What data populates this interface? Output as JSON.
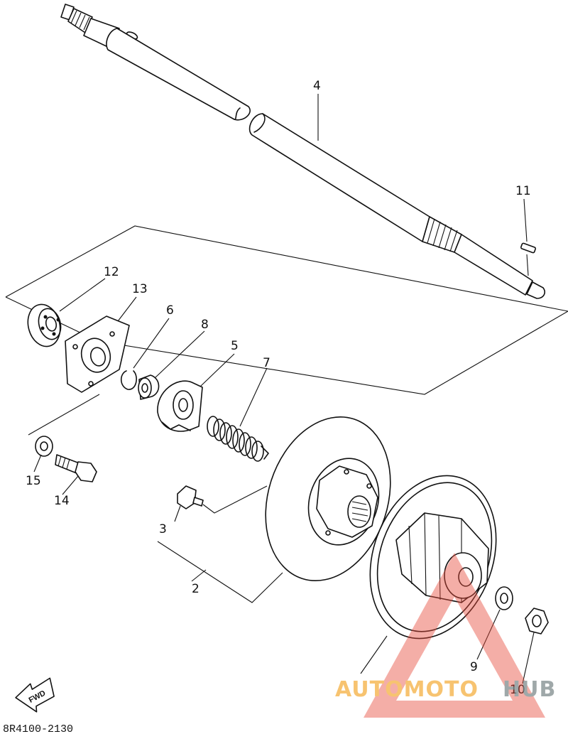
{
  "diagram_code": "8R4100-2130",
  "fwd_label": "FWD",
  "callouts": {
    "c2": "2",
    "c3": "3",
    "c4": "4",
    "c5": "5",
    "c6": "6",
    "c7": "7",
    "c8": "8",
    "c9": "9",
    "c10": "10",
    "c11": "11",
    "c12": "12",
    "c13": "13",
    "c14": "14",
    "c15": "15"
  },
  "watermark": {
    "part1": "AUTOMOTO",
    "part2": "HUB",
    "colors": {
      "orange": "#f5b041",
      "red": "#e74c3c",
      "gray": "#7f8c8d"
    }
  }
}
